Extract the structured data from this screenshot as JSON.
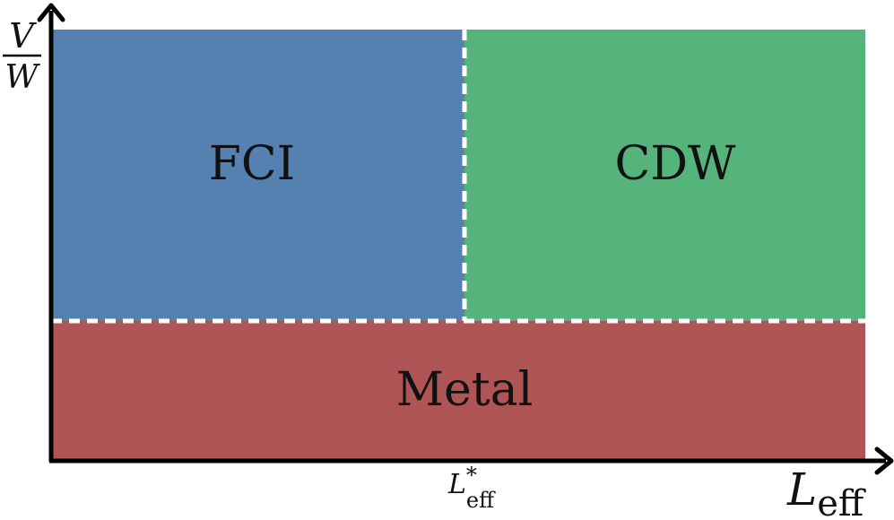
{
  "diagram": {
    "regions": [
      {
        "id": "fci",
        "label": "FCI",
        "color": "#5581b0"
      },
      {
        "id": "cdw",
        "label": "CDW",
        "color": "#55b37c"
      },
      {
        "id": "metal",
        "label": "Metal",
        "color": "#b05555"
      }
    ],
    "y_axis": {
      "numerator": "V",
      "denominator": "W"
    },
    "x_axis": {
      "label": "L",
      "label_sub": "eff"
    },
    "critical_tick": {
      "label": "L",
      "sup": "*",
      "sub": "eff"
    },
    "boundary_color": "#ffffff",
    "axis_color": "#000000"
  }
}
